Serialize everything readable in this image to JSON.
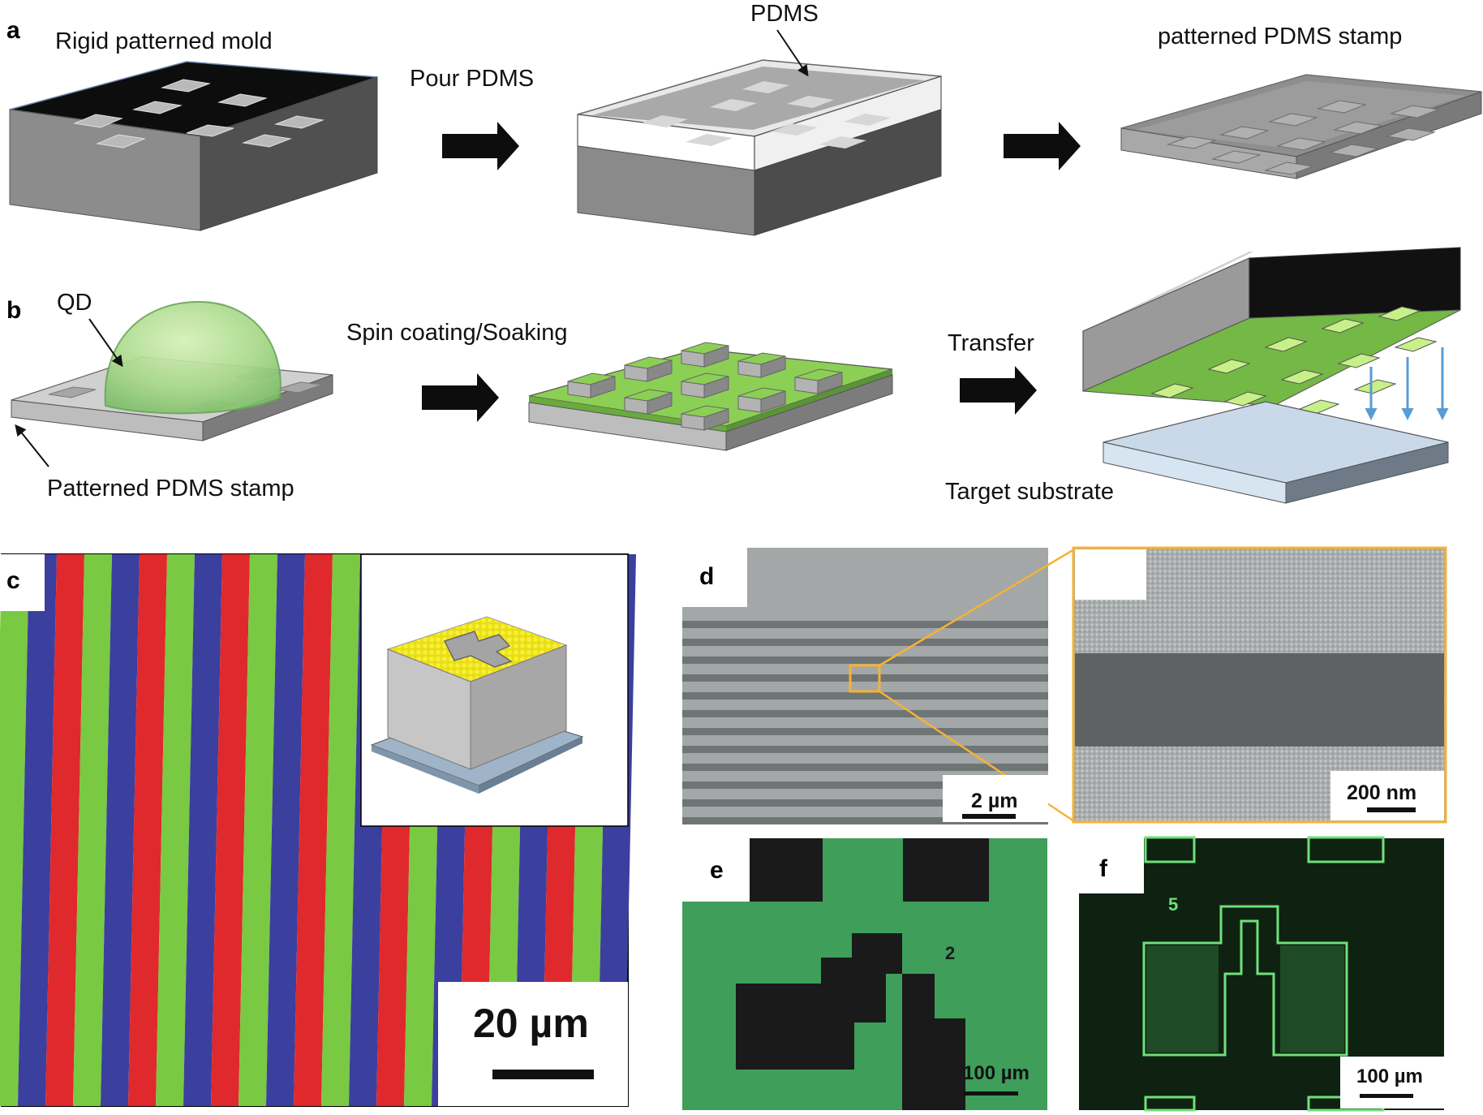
{
  "panels": {
    "a": {
      "letter": "a",
      "mold_label": "Rigid patterned mold",
      "pour_label": "Pour PDMS",
      "pdms_label": "PDMS",
      "stamp_label": "patterned  PDMS stamp"
    },
    "b": {
      "letter": "b",
      "qd_label": "QD",
      "stamp_label": "Patterned  PDMS stamp",
      "spin_label": "Spin coating/Soaking",
      "transfer_label": "Transfer",
      "target_label": "Target substrate"
    },
    "c": {
      "letter": "c",
      "scale": "20 µm"
    },
    "d": {
      "letter": "d",
      "scale_left": "2 µm",
      "scale_right": "200 nm"
    },
    "e": {
      "letter": "e",
      "scale": "100 µm",
      "mark": "2"
    },
    "f": {
      "letter": "f",
      "scale": "100 µm",
      "mark": "5"
    }
  },
  "colors": {
    "qd_green": "#8cd65a",
    "yellow": "#f0e51a",
    "stripe_red": "#e0292c",
    "stripe_green": "#7ac943",
    "stripe_blue": "#3b3f9e",
    "gold": "#f5b335",
    "arrow_blue": "#5a9bd5",
    "fluor_green": "#4fae5b"
  },
  "icons": [
    "right-arrow-icon",
    "down-arrow-icon",
    "callout-arrow-icon"
  ]
}
